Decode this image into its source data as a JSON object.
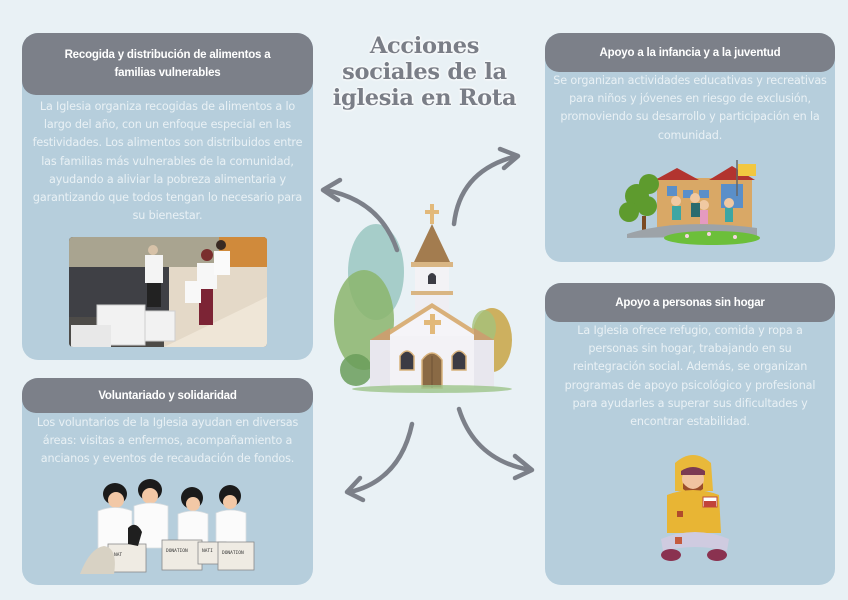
{
  "title": "Acciones sociales de la iglesia en Rota",
  "colors": {
    "background": "#e9f1f5",
    "card_body": "#b6cedc",
    "card_header": "#7c8089",
    "header_text": "#ffffff",
    "body_text": "#e9f1f5",
    "arrow": "#7c8089"
  },
  "cards": [
    {
      "id": "food",
      "heading": "Recogida y distribución de alimentos a familias vulnerables",
      "text": "La Iglesia organiza recogidas de alimentos a lo largo del año, con un enfoque especial en las festividades. Los alimentos son distribuidos entre las familias más vulnerables de la comunidad, ayudando a aliviar la pobreza alimentaria y garantizando que todos tengan lo necesario para su bienestar.",
      "image": "food-collection-photo"
    },
    {
      "id": "youth",
      "heading": "Apoyo a la infancia y a la juventud",
      "text": "Se organizan actividades educativas y recreativas para niños y jóvenes en riesgo de exclusión, promoviendo su desarrollo y participación en la comunidad.",
      "image": "children-school-illustration"
    },
    {
      "id": "homeless",
      "heading": "Apoyo a personas sin hogar",
      "text": "La Iglesia ofrece refugio, comida y ropa a personas sin hogar, trabajando en su reintegración social. Además, se organizan programas de apoyo psicológico y profesional para ayudarles a superar sus dificultades y encontrar estabilidad.",
      "image": "homeless-person-illustration"
    },
    {
      "id": "volunteering",
      "heading": "Voluntariado y solidaridad",
      "text": "Los voluntarios de la Iglesia ayudan en diversas áreas: visitas a enfermos, acompañamiento a ancianos y eventos de recaudación de fondos.",
      "image": "volunteers-donation-illustration",
      "box_labels": [
        "NAT",
        "DONATION",
        "NATI",
        "DONATION"
      ]
    }
  ],
  "center_image": "church-watercolor-illustration"
}
